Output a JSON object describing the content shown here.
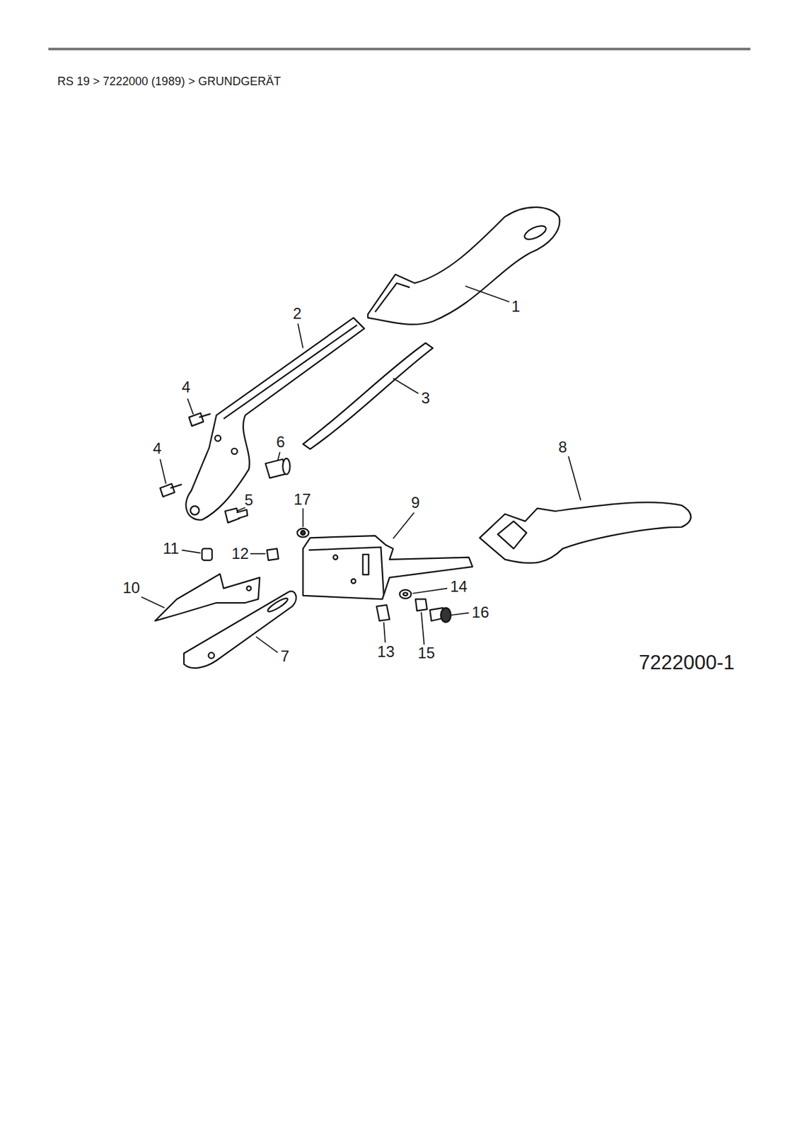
{
  "diagram": {
    "title": "RS 19 > 7222000 (1989) > GRUNDGERÄT",
    "labels": [
      "1",
      "2",
      "3",
      "4",
      "4",
      "5",
      "6",
      "7",
      "8",
      "9",
      "10",
      "11",
      "12",
      "13",
      "14",
      "15",
      "16",
      "17",
      "7222000-1"
    ]
  }
}
